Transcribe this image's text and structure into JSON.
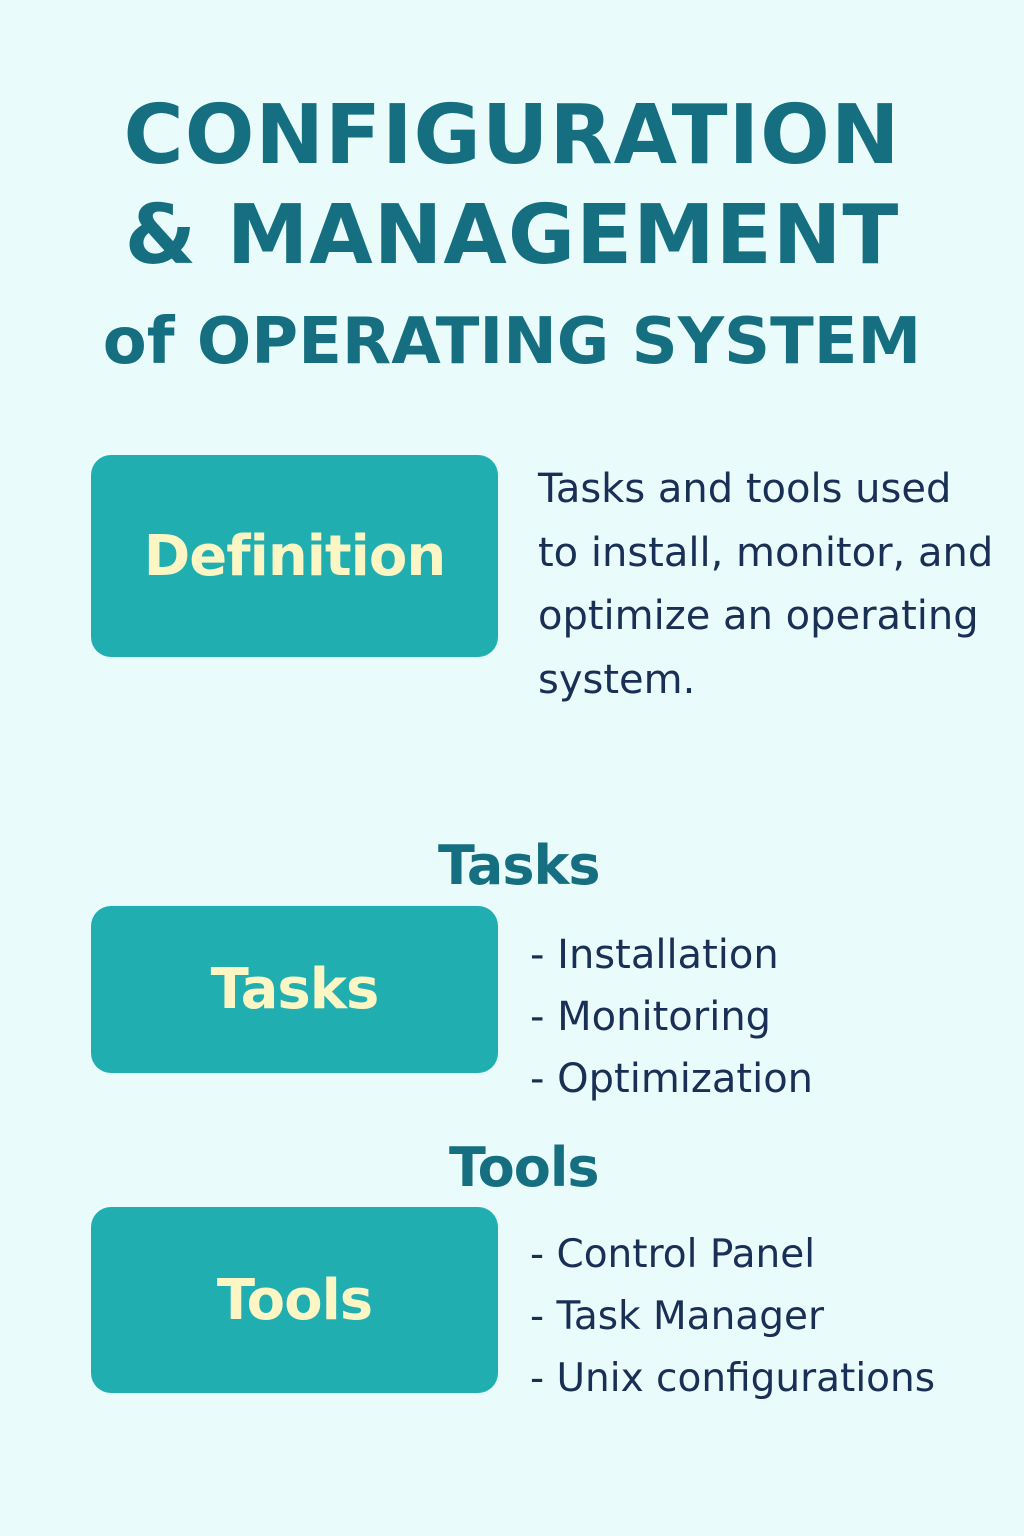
{
  "title": {
    "line1": "CONFIGURATION",
    "line2": "& MANAGEMENT",
    "line3": "of OPERATING SYSTEM"
  },
  "definition": {
    "label": "Definition",
    "text": "Tasks and tools used to install, monitor, and optimize an operating system."
  },
  "tasks": {
    "heading": "Tasks",
    "label": "Tasks",
    "items": [
      "- Installation",
      "- Monitoring",
      "- Optimization"
    ]
  },
  "tools": {
    "heading": "Tools",
    "label": "Tools",
    "items": [
      "- Control Panel",
      "- Task Manager",
      "- Unix configurations"
    ]
  },
  "colors": {
    "background": "#e9fcfb",
    "title": "#156f80",
    "box": "#20aeb0",
    "box_text": "#fbf6c4",
    "body_text": "#1a2f55"
  }
}
